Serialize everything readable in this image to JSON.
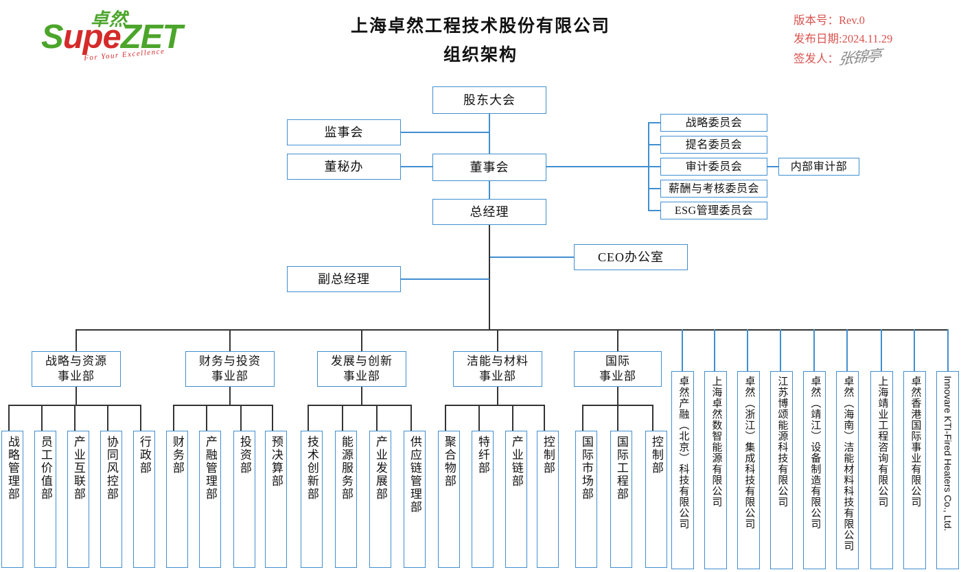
{
  "header": {
    "logo": {
      "cn": "卓然",
      "pre": "Supe",
      "post": "ZET",
      "tagline": "For Your Excellence"
    },
    "title_line1": "上海卓然工程技术股份有限公司",
    "title_line2": "组织架构",
    "revision_label": "版本号：Rev.0",
    "issue_date_label": "发布日期:2024.11.29",
    "issuer_label": "签发人：",
    "issuer_signature": "张锦亭"
  },
  "top": {
    "shareholders": "股东大会",
    "supervisory_board": "监事会",
    "board_secretary_office": "董秘办",
    "board_of_directors": "董事会",
    "general_manager": "总经理",
    "deputy_general_manager": "副总经理",
    "ceo_office": "CEO办公室"
  },
  "committees": [
    {
      "label": "战略委员会"
    },
    {
      "label": "提名委员会"
    },
    {
      "label": "审计委员会"
    },
    {
      "label": "薪酬与考核委员会"
    },
    {
      "label": "ESG管理委员会"
    }
  ],
  "internal_audit": "内部审计部",
  "divisions": [
    {
      "name": "战略与资源\n事业部",
      "departments": [
        "战略管理部",
        "员工价值部",
        "产业互联部",
        "协同风控部",
        "行政部"
      ]
    },
    {
      "name": "财务与投资\n事业部",
      "departments": [
        "财务部",
        "产融管理部",
        "投资部",
        "预决算部"
      ]
    },
    {
      "name": "发展与创新\n事业部",
      "departments": [
        "技术创新部",
        "能源服务部",
        "产业发展部",
        "供应链管理部"
      ]
    },
    {
      "name": "洁能与材料\n事业部",
      "departments": [
        "聚合物部",
        "特纤部",
        "产业链部",
        "控制部"
      ]
    },
    {
      "name": "国际\n事业部",
      "departments": [
        "国际市场部",
        "国际工程部",
        "控制部"
      ]
    }
  ],
  "subsidiaries": [
    {
      "name": "卓然产融（北京）科技有限公司",
      "latin": false
    },
    {
      "name": "上海卓然数智能源有限公司",
      "latin": false
    },
    {
      "name": "卓然（浙江）集成科技有限公司",
      "latin": false
    },
    {
      "name": "江苏博颂能源科技有限公司",
      "latin": false
    },
    {
      "name": "卓然（靖江）设备制造有限公司",
      "latin": false
    },
    {
      "name": "卓然（海南）洁能材料科技有限公司",
      "latin": false
    },
    {
      "name": "上海靖业工程咨询有限公司",
      "latin": false
    },
    {
      "name": "卓然香港国际事业有限公司",
      "latin": false
    },
    {
      "name": "Innovare KTI-Fired Heaters Co., Ltd.",
      "latin": true
    }
  ],
  "colors": {
    "box_border": "#3f8ed0",
    "connector_blue": "#3f8ed0",
    "connector_dark": "#333333",
    "revision_text": "#d9534f",
    "logo_green": "#4ca52b",
    "logo_red": "#d42a2a"
  }
}
